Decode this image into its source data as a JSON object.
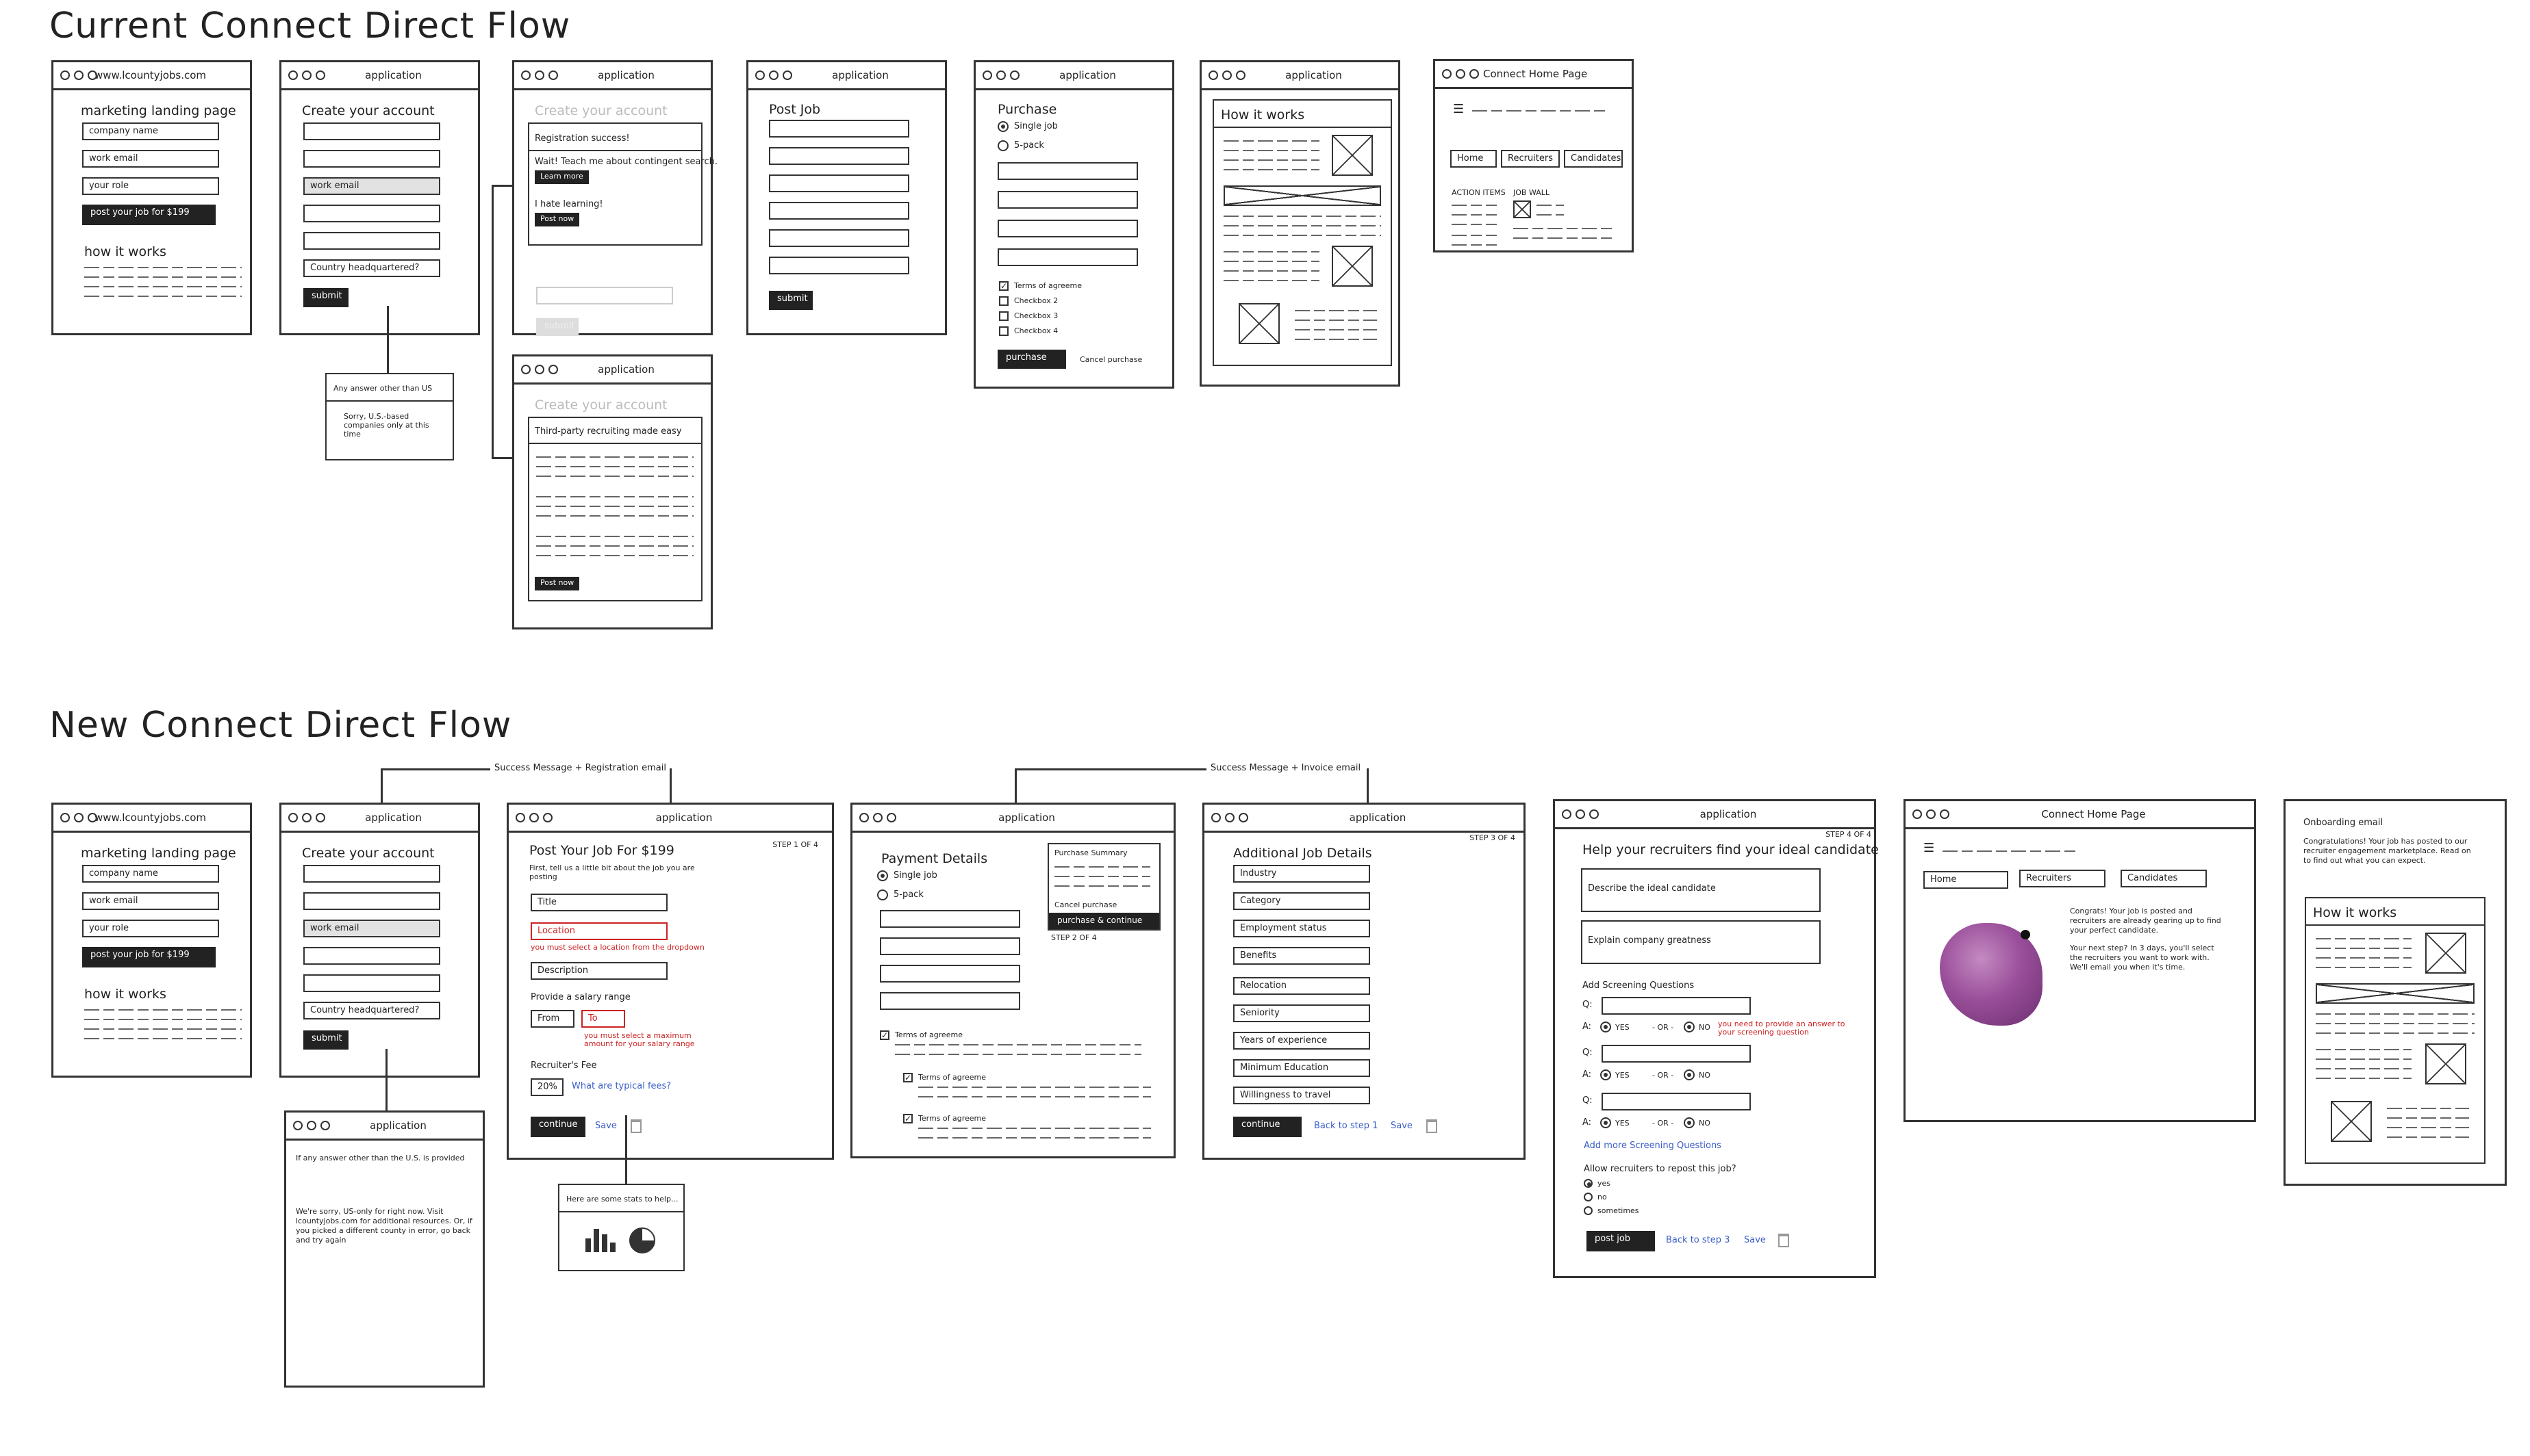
{
  "titles": {
    "current": "Current Connect Direct Flow",
    "new": "New Connect Direct Flow"
  },
  "current": {
    "landing": {
      "window_title": "www.lcountyjobs.com",
      "heading": "marketing landing page",
      "company_placeholder": "company name",
      "email_placeholder": "work email",
      "role_placeholder": "your role",
      "cta": "post your job for $199",
      "how_heading": "how it works"
    },
    "create": {
      "window_title": "application",
      "heading": "Create your account",
      "work_email": "work email",
      "country": "Country headquartered?",
      "submit": "submit"
    },
    "reg": {
      "window_title": "application",
      "ghost_heading": "Create your account",
      "success": "Registration success!",
      "teach": "Wait! Teach me about contingent search.",
      "learn_more": "Learn more",
      "hate_learning": "I hate learning!",
      "post_now": "Post now",
      "ghost_submit": "submit"
    },
    "third": {
      "window_title": "application",
      "ghost_heading": "Create your account",
      "heading": "Third-party recruiting made easy",
      "post_now": "Post now"
    },
    "postjob": {
      "window_title": "application",
      "heading": "Post Job",
      "submit": "submit"
    },
    "purchase": {
      "window_title": "application",
      "heading": "Purchase",
      "single": "Single job",
      "pack": "5-pack",
      "terms": "Terms of agreeme",
      "checkbox2": "Checkbox 2",
      "checkbox3": "Checkbox 3",
      "checkbox4": "Checkbox 4",
      "purchase_btn": "purchase",
      "cancel": "Cancel purchase"
    },
    "how": {
      "window_title": "application",
      "heading": "How it works"
    },
    "home": {
      "window_title": "Connect Home Page",
      "nav_home": "Home",
      "nav_recruiters": "Recruiters",
      "nav_candidates": "Candidates",
      "action_items": "ACTION ITEMS",
      "job_wall": "JOB WALL"
    },
    "note": {
      "heading": "Any answer other than US",
      "body": "Sorry, U.S.-based companies only at this time"
    }
  },
  "new": {
    "annot_reg": "Success Message + Registration email",
    "annot_inv": "Success Message + Invoice email",
    "landing": {
      "window_title": "www.lcountyjobs.com",
      "heading": "marketing landing page",
      "company_placeholder": "company name",
      "email_placeholder": "work email",
      "role_placeholder": "your role",
      "cta": "post your job for $199",
      "how_heading": "how it works"
    },
    "create": {
      "window_title": "application",
      "heading": "Create your account",
      "work_email": "work email",
      "country": "Country headquartered?",
      "submit": "submit"
    },
    "sorry": {
      "window_title": "application",
      "line1": "If any answer other than the U.S. is provided",
      "line2": "We're sorry, US-only for right now. Visit lcountyjobs.com for additional resources. Or, if you picked a different county in error, go back and try again"
    },
    "post": {
      "window_title": "application",
      "step": "STEP 1 OF 4",
      "heading": "Post Your Job For $199",
      "intro": "First, tell us a little bit about the job you are posting",
      "title_ph": "Title",
      "location_ph": "Location",
      "location_err": "you must select a location from the dropdown",
      "desc_ph": "Description",
      "salary_label": "Provide a salary range",
      "from": "From",
      "to": "To",
      "salary_err": "you must select a maximum amount for your salary range",
      "fee_label": "Recruiter's Fee",
      "fee_value": "20%",
      "fee_link": "What are typical fees?",
      "continue": "continue",
      "save": "Save"
    },
    "stats": {
      "text": "Here are some stats to help..."
    },
    "payment": {
      "window_title": "application",
      "heading": "Payment Details",
      "single": "Single job",
      "pack": "5-pack",
      "summary_title": "Purchase Summary",
      "cancel": "Cancel purchase",
      "purchase_continue": "purchase & continue",
      "step": "STEP 2 OF 4",
      "terms1": "Terms of agreeme",
      "terms2": "Terms of agreeme",
      "terms3": "Terms of agreeme"
    },
    "addl": {
      "window_title": "application",
      "step": "STEP 3 OF 4",
      "heading": "Additional Job Details",
      "fields": [
        "Industry",
        "Category",
        "Employment status",
        "Benefits",
        "Relocation",
        "Seniority",
        "Years of experience",
        "Minimum Education",
        "Willingness to travel"
      ],
      "continue": "continue",
      "back": "Back to step 1",
      "save": "Save"
    },
    "help": {
      "window_title": "application",
      "step": "STEP 4 OF 4",
      "heading": "Help your recruiters find your ideal candidate",
      "describe": "Describe the ideal candidate",
      "explain": "Explain company greatness",
      "screening": "Add Screening Questions",
      "q": "Q:",
      "a": "A:",
      "yes": "YES",
      "or": "- OR -",
      "no": "NO",
      "err": "you need to provide an answer to your screening question",
      "add_more": "Add more Screening Questions",
      "repost": "Allow recruiters to repost this job?",
      "opt_yes": "yes",
      "opt_no": "no",
      "opt_sometimes": "sometimes",
      "post_job": "post job",
      "back": "Back to step 3",
      "save": "Save"
    },
    "home": {
      "window_title": "Connect Home Page",
      "nav_home": "Home",
      "nav_recruiters": "Recruiters",
      "nav_candidates": "Candidates",
      "congrats": "Congrats! Your job is posted and recruiters are already gearing up to find your perfect candidate.",
      "next": "Your next step? In 3 days, you'll select the recruiters you want to work with. We'll email you when it's time."
    },
    "onboard": {
      "heading": "Onboarding email",
      "body": "Congratulations! Your job has posted to our recruiter engagement marketplace. Read on to find out what you can expect.",
      "how": "How it works"
    }
  }
}
